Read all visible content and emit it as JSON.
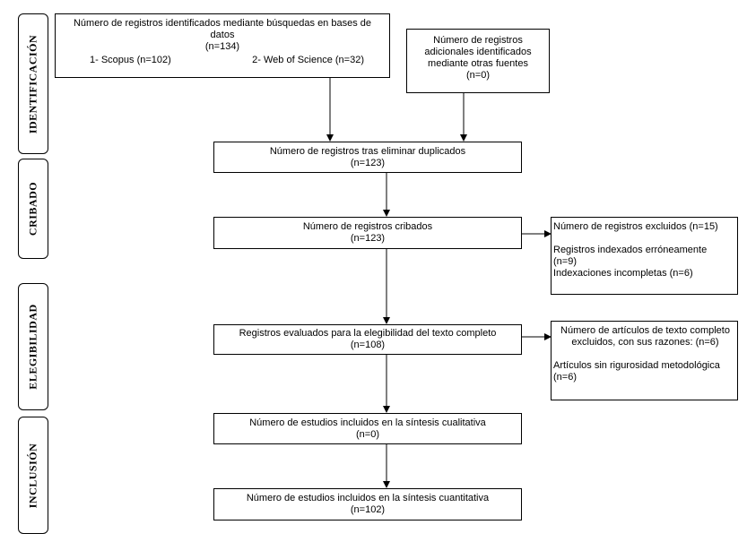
{
  "phases": {
    "identificacion": "IDENTIFICACIÓN",
    "cribado": "CRIBADO",
    "elegibilidad": "ELEGIBILIDAD",
    "inclusion": "INCLUSIÓN"
  },
  "boxes": {
    "db_search": {
      "line1": "Número de registros identificados mediante búsquedas en bases de",
      "line2": "datos",
      "line3": "(n=134)",
      "scopus": "1- Scopus (n=102)",
      "wos": "2- Web of Science (n=32)"
    },
    "other_sources": {
      "line1": "Número de registros",
      "line2": "adicionales identificados",
      "line3": "mediante otras fuentes",
      "line4": "(n=0)"
    },
    "after_duplicates": {
      "line1": "Número de registros tras eliminar duplicados",
      "line2": "(n=123)"
    },
    "screened": {
      "line1": "Número de registros cribados",
      "line2": "(n=123)"
    },
    "excluded": {
      "line1": "Número de registros excluidos (n=15)",
      "line2": "Registros indexados erróneamente",
      "line3": "(n=9)",
      "line4": "Indexaciones incompletas (n=6)"
    },
    "eligibility": {
      "line1": "Registros evaluados para la elegibilidad del texto completo",
      "line2": "(n=108)"
    },
    "fulltext_excluded": {
      "line1": "Número de artículos de texto completo",
      "line2": "excluidos, con sus razones: (n=6)",
      "line3": "Artículos sin rigurosidad metodológica",
      "line4": "(n=6)"
    },
    "qualitative": {
      "line1": "Número de estudios incluidos en la síntesis cualitativa",
      "line2": "(n=0)"
    },
    "quantitative": {
      "line1": "Número de estudios incluidos en la síntesis cuantitativa",
      "line2": "(n=102)"
    }
  }
}
